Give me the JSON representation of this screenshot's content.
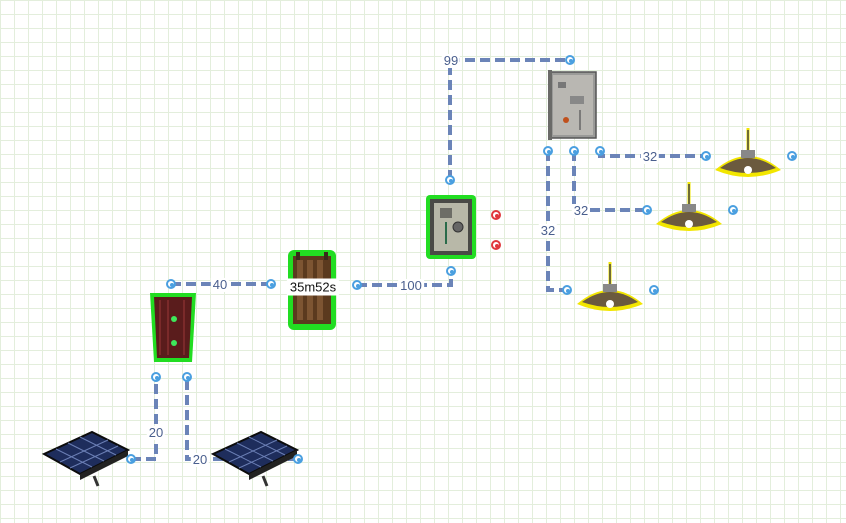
{
  "colors": {
    "background": "#ffffff",
    "grid": "#e3eedc",
    "wire": "#6b84b8",
    "wire_alt": "#d4d9e2",
    "port_input": "#4a9fe0",
    "port_output": "#e0383c",
    "powered_outline": "#22dd22",
    "light_outline": "#f2e600"
  },
  "wires": [
    {
      "id": "w-solar1-battery",
      "label": "20"
    },
    {
      "id": "w-solar2-battery",
      "label": "20"
    },
    {
      "id": "w-battery-timer",
      "label": "40"
    },
    {
      "id": "w-timer-switch",
      "label": "100"
    },
    {
      "id": "w-switch-panel",
      "label": "99"
    },
    {
      "id": "w-panel-light1",
      "label": "32"
    },
    {
      "id": "w-panel-light2",
      "label": "32"
    },
    {
      "id": "w-panel-light3",
      "label": "32"
    }
  ],
  "timer": {
    "display": "35m52s"
  },
  "devices": [
    {
      "name": "solar-panel-left",
      "icon": "solar-panel-icon"
    },
    {
      "name": "solar-panel-right",
      "icon": "solar-panel-icon"
    },
    {
      "name": "battery",
      "icon": "battery-icon"
    },
    {
      "name": "timer",
      "icon": "timer-icon"
    },
    {
      "name": "switch-box",
      "icon": "switch-box-icon"
    },
    {
      "name": "electrical-panel",
      "icon": "electrical-panel-icon"
    },
    {
      "name": "ceiling-light-1",
      "icon": "ceiling-light-icon"
    },
    {
      "name": "ceiling-light-2",
      "icon": "ceiling-light-icon"
    },
    {
      "name": "ceiling-light-3",
      "icon": "ceiling-light-icon"
    }
  ]
}
